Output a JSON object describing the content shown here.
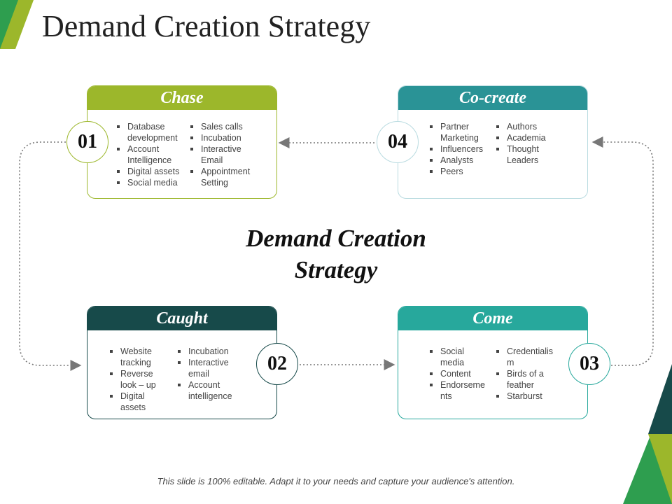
{
  "slide": {
    "title": "Demand Creation Strategy",
    "center_title_line1": "Demand Creation",
    "center_title_line2": "Strategy",
    "footer": "This slide is 100% editable. Adapt it to your needs and capture your audience's attention."
  },
  "colors": {
    "chase": "#9cb72b",
    "cocreate": "#2a9396",
    "caught": "#174a4a",
    "come": "#27a89c"
  },
  "cards": {
    "chase": {
      "header": "Chase",
      "number": "01",
      "col1": [
        "Database",
        "development",
        "Account",
        "Intelligence",
        "Digital assets",
        "Social media"
      ],
      "col2": [
        "Sales calls",
        "Incubation",
        "Interactive",
        "Email",
        "Appointment",
        "Setting"
      ]
    },
    "cocreate": {
      "header": "Co-create",
      "number": "04",
      "col1": [
        "Partner",
        "Marketing",
        "Influencers",
        "Analysts",
        "Peers"
      ],
      "col2": [
        "Authors",
        "Academia",
        "Thought",
        "Leaders"
      ]
    },
    "caught": {
      "header": "Caught",
      "number": "02",
      "col1": [
        "Website",
        "tracking",
        "Reverse",
        "look – up",
        "Digital",
        "assets"
      ],
      "col2": [
        "Incubation",
        "Interactive",
        "email",
        "Account",
        "intelligence"
      ]
    },
    "come": {
      "header": "Come",
      "number": "03",
      "col1": [
        "Social",
        "media",
        "Content",
        "Endorseme",
        "nts"
      ],
      "col2": [
        "Credentialis",
        "m",
        "Birds of a",
        "feather",
        "Starburst"
      ]
    }
  }
}
